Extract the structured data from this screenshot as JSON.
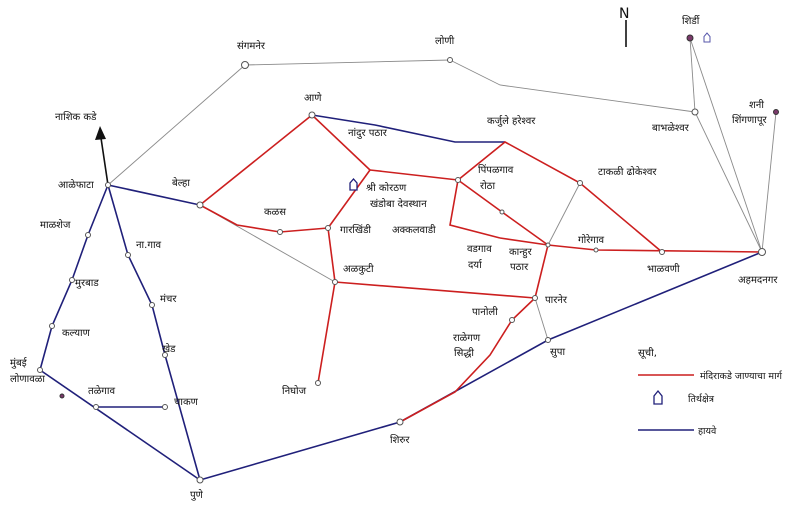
{
  "north_label": "N",
  "places": {
    "sangamner": "संगमनेर",
    "loni": "लोणी",
    "shirdi": "शिर्डी",
    "shani_line1": "शनी",
    "shani_line2": "शिंगणापूर",
    "babhaleshwar": "बाभळेश्वर",
    "nashik_kade": "नाशिक कडे",
    "aane": "आणे",
    "nandur_pathar": "नांदुर पठार",
    "karjule_hareshwar": "कर्जुले हरेश्वर",
    "alephata": "आळेफाटा",
    "belha": "बेल्हा",
    "shri_koratan_line1": "श्री कोरठण",
    "shri_koratan_line2": "खंडोबा देवस्थान",
    "pimpalgaon_line1": "पिंपळगाव",
    "pimpalgaon_line2": "रोठा",
    "takali_dhokeshwar": "टाकळी ढोकेश्वर",
    "malshej": "माळशेज",
    "kalas": "कळस",
    "garkhindi": "गारखिंडी",
    "akkalwadi": "अक्कलवाडी",
    "goregaon": "गोरेगाव",
    "na_gaon": "ना.गाव",
    "wadgaon_line1": "वडगाव",
    "wadgaon_line2": "दर्या",
    "kanhur_line1": "कान्हुर",
    "kanhur_line2": "पठार",
    "bhalavani": "भाळवणी",
    "murbad": "मुरबाड",
    "alkuti": "अळकुटी",
    "ahmednagar": "अहमदनगर",
    "manchar": "मंचर",
    "parner": "पारनेर",
    "kalyan": "कल्याण",
    "panoli": "पानोली",
    "ralegan_line1": "राळेगण",
    "ralegan_line2": "सिद्धी",
    "khed": "खेड",
    "supa": "सुपा",
    "mumbai": "मुंबई",
    "lonavala": "लोणावळा",
    "talegaon": "तळेगाव",
    "nighoj": "निघोज",
    "chakan": "चाकण",
    "shirur": "शिरुर",
    "pune": "पुणे"
  },
  "legend": {
    "title": "सूची,",
    "temple_route": "मंदिराकडे जाण्याचा मार्ग",
    "pilgrimage": "तिर्थक्षेत्र",
    "highway": "हायवे"
  },
  "colors": {
    "temple_route": "#cc1f1f",
    "highway": "#20207a",
    "other_road": "#8a8a8a"
  }
}
